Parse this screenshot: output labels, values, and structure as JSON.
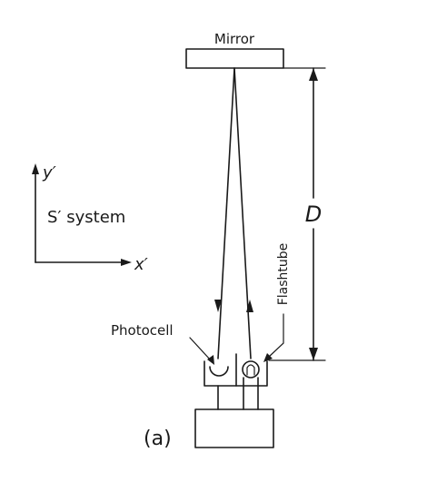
{
  "labels": {
    "mirror": "Mirror",
    "distance": "D",
    "flashtube": "Flashtube",
    "photocell": "Photocell",
    "y_axis": "y′",
    "x_axis": "x′",
    "system": "S′ system",
    "panel": "(a)"
  }
}
